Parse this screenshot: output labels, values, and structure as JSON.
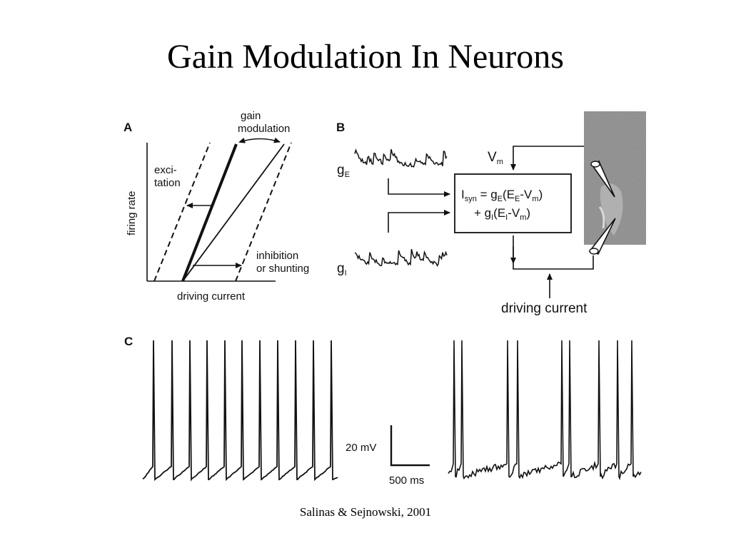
{
  "slide": {
    "title": "Gain Modulation In Neurons",
    "citation": "Salinas & Sejnowski, 2001"
  },
  "panel_a": {
    "letter": "A",
    "gain_label_1": "gain",
    "gain_label_2": "modulation",
    "excitation_1": "exci-",
    "excitation_2": "tation",
    "inhibition_1": "inhibition",
    "inhibition_2": "or shunting",
    "y_axis": "firing rate",
    "x_axis": "driving current"
  },
  "panel_b": {
    "letter": "B",
    "g_excit": "g",
    "g_excit_sub": "E",
    "g_inhib": "g",
    "g_inhib_sub": "I",
    "vm": "V",
    "vm_sub": "m",
    "eq_line1": {
      "i": "I",
      "syn": "syn",
      "eq": " = g",
      "e1": "E",
      "p1": "(E",
      "e2": "E",
      "p2": "-V",
      "m1": "m",
      "p3": ")"
    },
    "eq_line2": {
      "plus": "+ g",
      "i1": "I",
      "p1": "(E",
      "i2": "I",
      "p2": "-V",
      "m1": "m",
      "p3": ")"
    },
    "driving_current": "driving current"
  },
  "panel_c": {
    "letter": "C",
    "scale_voltage": "20 mV",
    "scale_time": "500 ms"
  },
  "colors": {
    "ink": "#111111",
    "micrograph": "#9a9a9a"
  }
}
